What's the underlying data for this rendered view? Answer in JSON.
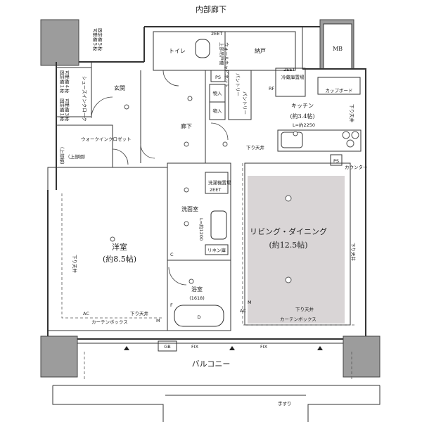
{
  "labels": {
    "corridor_outside": "内部廊下",
    "balcony": "バルコニー",
    "railing": "手すり",
    "mb": "MB",
    "toilet": "トイレ",
    "storage": "納戸",
    "entrance": "玄関",
    "hallway": "廊下",
    "shoes_in_closet": "シューズインクローク",
    "walk_in_closet": "ウォークインクロゼット",
    "upper_shelf": "（上部棚）",
    "fixed_shelves_5": "固定棚５枚",
    "movable_shelves_5": "可動棚５枚",
    "fixed_shelf_1": "固定棚１枚",
    "movable_shelves_4": "可動棚４枚",
    "fixed_shelf_1b": "固定棚１枚",
    "movable_shelves_3": "可動棚３枚",
    "upper_cabinet": "上部吊戸棚",
    "wall_cabinet": "ウォールキャビネット",
    "ps": "PS",
    "pantry_1": "パントリー",
    "pantry_2": "パントリー",
    "storage_1": "物入",
    "storage_2": "物入",
    "fridge_space": "冷蔵庫置場",
    "cupboard": "カップボード",
    "kitchen": "キッチン",
    "kitchen_size": "(約3.4帖)",
    "kitchen_length": "L=約2250",
    "counter": "カウンター",
    "ceiling_drop": "下り天井",
    "washroom": "洗面室",
    "washer_space": "洗濯機置場",
    "linen": "リネン庫",
    "washroom_length": "L=約1200",
    "bath": "浴室",
    "bath_size": "(1618)",
    "bedroom": "洋室",
    "bedroom_size": "(約8.5帖)",
    "living": "リビング・ダイニング",
    "living_size": "(約12.5帖)",
    "curtain_box_1": "カーテンボックス",
    "curtain_box_2": "カーテンボックス",
    "gb": "GB",
    "fix_1": "FIX",
    "fix_2": "FIX",
    "ac_1": "AC",
    "ac_2": "AC",
    "m_1": "M",
    "m_2": "M",
    "d": "D",
    "eet_1": "2EET",
    "eet_2": "2EET",
    "eet_3": "2EET",
    "rf": "RF",
    "c": "C",
    "f": "F"
  }
}
